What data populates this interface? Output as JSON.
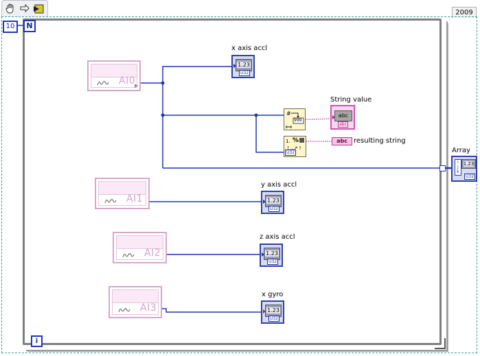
{
  "header": {
    "year": "2009"
  },
  "loop": {
    "count": "10",
    "n_terminal": "N",
    "i_terminal": "i"
  },
  "channels": [
    {
      "label": "AI0"
    },
    {
      "label": "AI1"
    },
    {
      "label": "AI2"
    },
    {
      "label": "AI3"
    }
  ],
  "indicators": {
    "x_axis": {
      "label": "x axis accl",
      "face": "1.23",
      "type": "U32"
    },
    "y_axis": {
      "label": "y axis accl",
      "face": "1.23",
      "type": "U32"
    },
    "z_axis": {
      "label": "z axis accl",
      "face": "1.23",
      "type": "U32"
    },
    "x_gyro": {
      "label": "x gyro",
      "face": "1.23",
      "type": "U32"
    },
    "string_value": {
      "label": "String value",
      "face": "abc",
      "type": "abc"
    },
    "resulting_string": {
      "label": "resulting string",
      "face": "abc"
    },
    "array": {
      "label": "Array",
      "face": "1.23",
      "type": "U32"
    }
  },
  "nodes": {
    "number_to_string": {
      "top": "999",
      "tag": ""
    },
    "format_string": {
      "top": "%",
      "tag": "U32"
    }
  },
  "colors": {
    "wire_blue": "#1d36b9",
    "wire_pink": "#d64fb2",
    "loop_border": "#7d7d7d",
    "diagram_dash": "#2e9d9b"
  },
  "icons": [
    "hand-icon",
    "arrow-right-icon",
    "run-highlight-icon"
  ]
}
